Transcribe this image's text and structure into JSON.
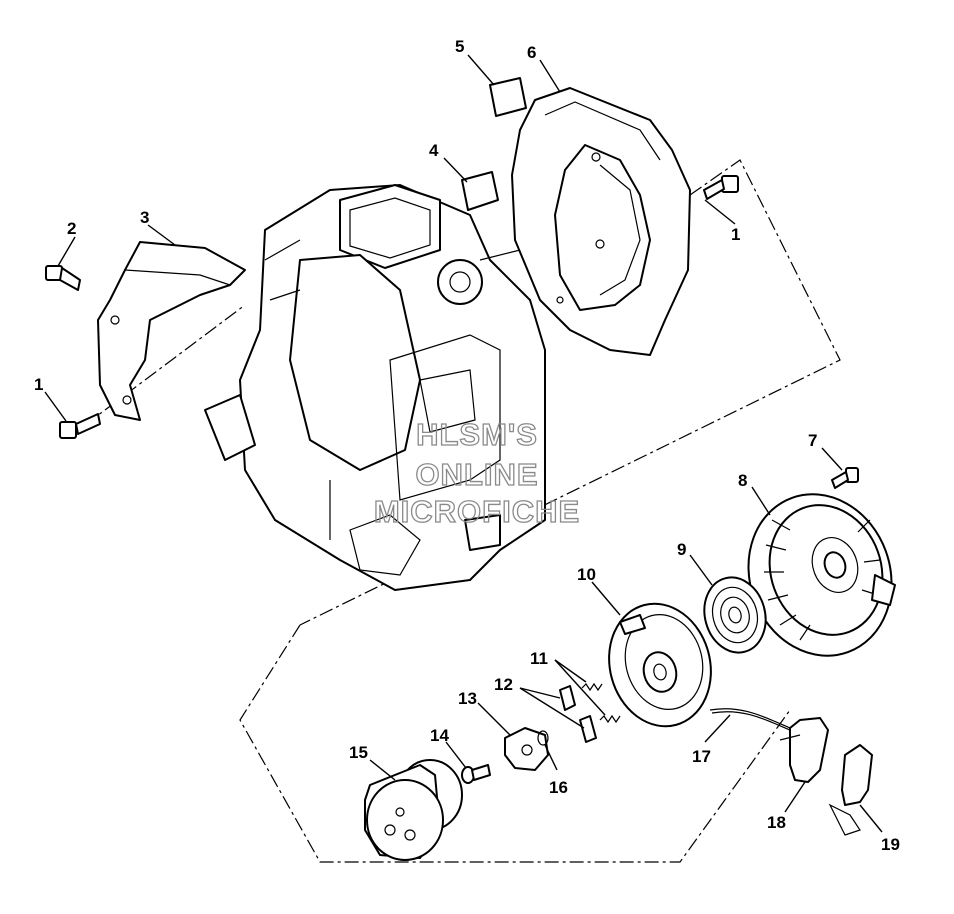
{
  "watermark": {
    "line1": "HLSM'S",
    "line2": "ONLINE",
    "line3": "MICROFICHE"
  },
  "callouts": [
    {
      "id": "c1a",
      "label": "1"
    },
    {
      "id": "c1b",
      "label": "1"
    },
    {
      "id": "c2",
      "label": "2"
    },
    {
      "id": "c3",
      "label": "3"
    },
    {
      "id": "c4",
      "label": "4"
    },
    {
      "id": "c5",
      "label": "5"
    },
    {
      "id": "c6",
      "label": "6"
    },
    {
      "id": "c7",
      "label": "7"
    },
    {
      "id": "c8",
      "label": "8"
    },
    {
      "id": "c9",
      "label": "9"
    },
    {
      "id": "c10",
      "label": "10"
    },
    {
      "id": "c11",
      "label": "11"
    },
    {
      "id": "c12",
      "label": "12"
    },
    {
      "id": "c13",
      "label": "13"
    },
    {
      "id": "c14",
      "label": "14"
    },
    {
      "id": "c15",
      "label": "15"
    },
    {
      "id": "c16",
      "label": "16"
    },
    {
      "id": "c17",
      "label": "17"
    },
    {
      "id": "c18",
      "label": "18"
    },
    {
      "id": "c19",
      "label": "19"
    }
  ]
}
